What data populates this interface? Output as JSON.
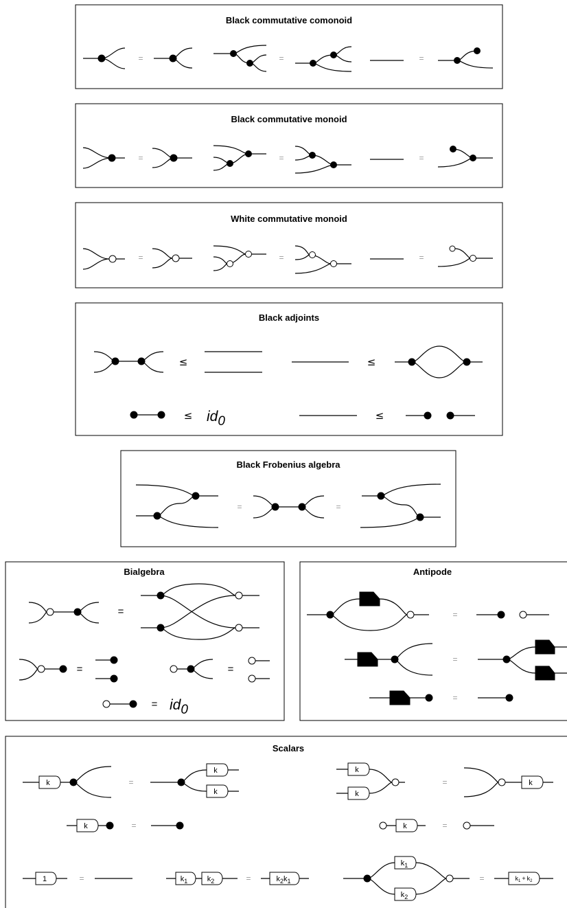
{
  "panels": {
    "black_comonoid": {
      "title": "Black commutative comonoid",
      "eq1": "=",
      "eq2": "=",
      "eq3": "="
    },
    "black_monoid": {
      "title": "Black commutative monoid",
      "eq1": "=",
      "eq2": "=",
      "eq3": "="
    },
    "white_monoid": {
      "title": "White commutative monoid",
      "eq1": "=",
      "eq2": "=",
      "eq3": "="
    },
    "black_adjoints": {
      "title": "Black adjoints",
      "le1": "≤",
      "le2": "≤",
      "le3": "≤",
      "le4": "≤",
      "id": "id",
      "id_sub": "0"
    },
    "frobenius": {
      "title": "Black Frobenius algebra",
      "eq1": "=",
      "eq2": "="
    },
    "bialgebra": {
      "title": "Bialgebra",
      "eq1": "=",
      "eq2": "=",
      "eq3": "=",
      "eq4": "=",
      "id": "id",
      "id_sub": "0"
    },
    "antipode": {
      "title": "Antipode",
      "eq1": "=",
      "eq2": "=",
      "eq3": "="
    },
    "scalars": {
      "title": "Scalars",
      "eq1": "=",
      "eq2": "=",
      "eq3": "=",
      "eq4": "=",
      "eq5": "=",
      "eq6": "=",
      "eq7": "=",
      "k": "k",
      "one": "1",
      "k1": "k",
      "k2": "k",
      "sub1": "1",
      "sub2": "2",
      "plus": "+"
    }
  }
}
